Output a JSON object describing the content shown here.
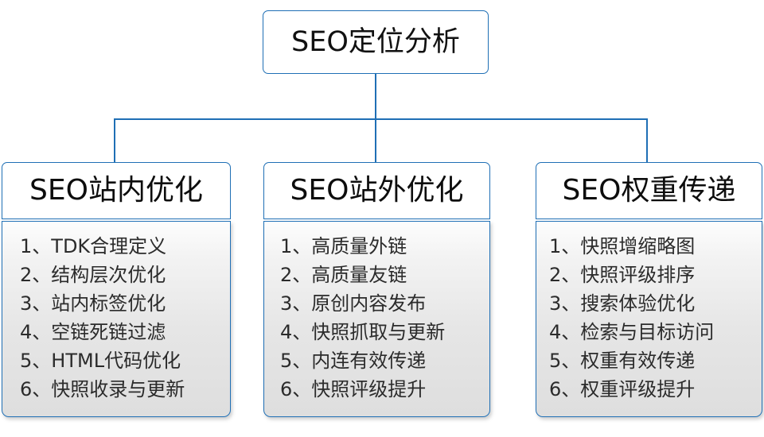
{
  "diagram": {
    "title": "SEO定位分析",
    "accent_color": "#1F6FB5",
    "branch_fill_top": "#fdfdfd",
    "branch_fill_bottom": "#dedede",
    "branches": [
      {
        "header": "SEO站内优化",
        "items": [
          {
            "index": "1、",
            "text": "TDK合理定义"
          },
          {
            "index": "2、",
            "text": "结构层次优化"
          },
          {
            "index": "3、",
            "text": "站内标签优化"
          },
          {
            "index": "4、",
            "text": "空链死链过滤"
          },
          {
            "index": "5、",
            "text": "HTML代码优化"
          },
          {
            "index": "6、",
            "text": "快照收录与更新"
          }
        ]
      },
      {
        "header": "SEO站外优化",
        "items": [
          {
            "index": "1、",
            "text": "高质量外链"
          },
          {
            "index": "2、",
            "text": "高质量友链"
          },
          {
            "index": "3、",
            "text": "原创内容发布"
          },
          {
            "index": "4、",
            "text": "快照抓取与更新"
          },
          {
            "index": "5、",
            "text": "内连有效传递"
          },
          {
            "index": "6、",
            "text": "快照评级提升"
          }
        ]
      },
      {
        "header": "SEO权重传递",
        "items": [
          {
            "index": "1、",
            "text": "快照增缩略图"
          },
          {
            "index": "2、",
            "text": "快照评级排序"
          },
          {
            "index": "3、",
            "text": "搜索体验优化"
          },
          {
            "index": "4、",
            "text": "检索与目标访问"
          },
          {
            "index": "5、",
            "text": "权重有效传递"
          },
          {
            "index": "6、",
            "text": "权重评级提升"
          }
        ]
      }
    ]
  }
}
